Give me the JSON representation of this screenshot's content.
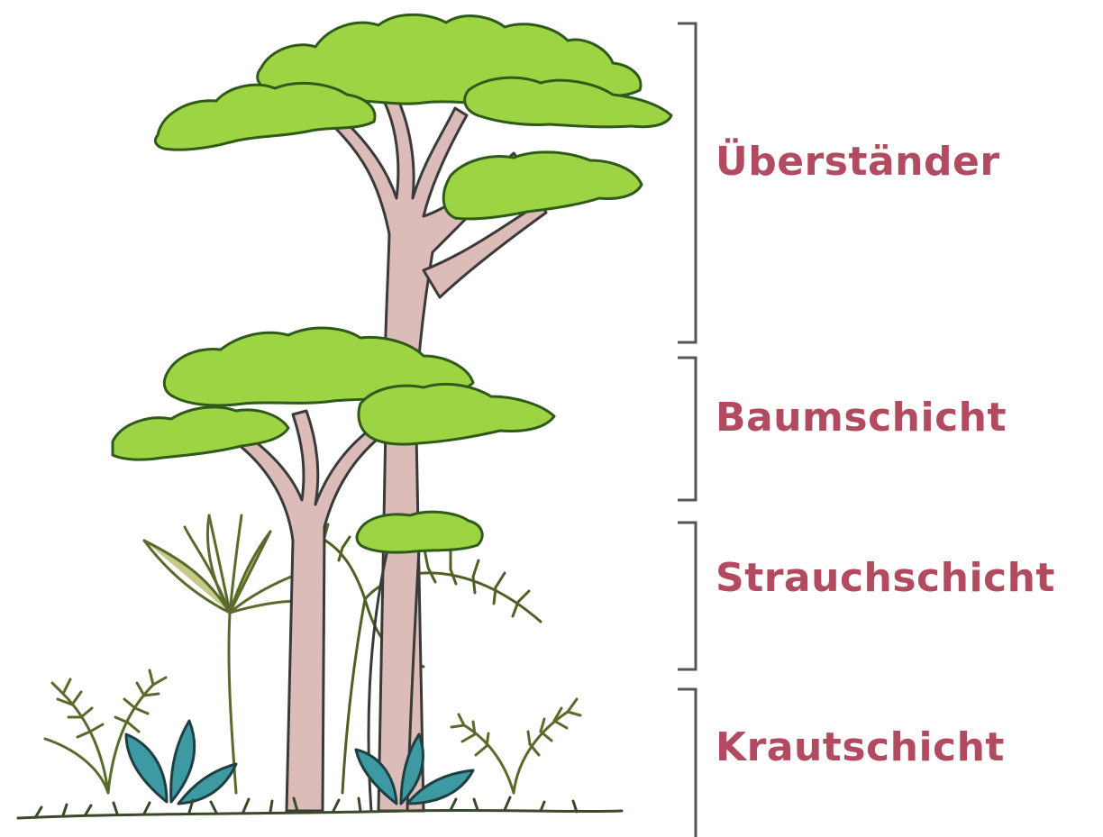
{
  "colors": {
    "label": "#b24a60",
    "bracket": "#555555",
    "foliage": "#9dd444",
    "foliage_outline": "#2f5a1a",
    "trunk": "#dcbcb8",
    "trunk_outline": "#3a3a3a",
    "fern": "#5a6a2a",
    "leaf_teal": "#3e9aa2",
    "ground": "#3a4a28"
  },
  "icons": [
    "tree-icon",
    "palm-icon",
    "fern-icon",
    "teal-leaf-icon",
    "grass-icon"
  ],
  "layers": [
    {
      "id": "ueberstaender",
      "label": "Überständer"
    },
    {
      "id": "baumschicht",
      "label": "Baumschicht"
    },
    {
      "id": "strauchschicht",
      "label": "Strauchschicht"
    },
    {
      "id": "krautschicht",
      "label": "Krautschicht"
    }
  ]
}
